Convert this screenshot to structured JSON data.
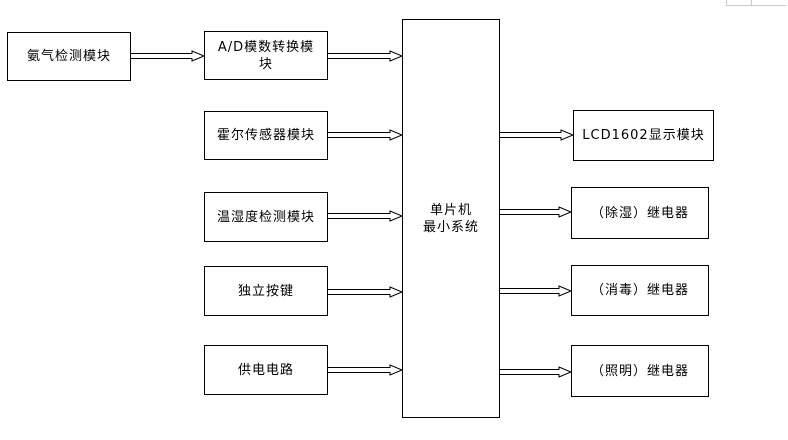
{
  "modules": {
    "ammonia": "氨气检测模块",
    "adc_line1": "A/D模数转换模",
    "adc_line2": "块",
    "hall": "霍尔传感器模块",
    "temp_humidity": "温湿度检测模块",
    "keys": "独立按键",
    "power": "供电电路",
    "mcu_line1": "单片机",
    "mcu_line2": "最小系统",
    "lcd": "LCD1602显示模块",
    "relay_dehumidify": "（除湿）继电器",
    "relay_disinfect": "（消毒）继电器",
    "relay_lighting": "（照明）继电器"
  }
}
